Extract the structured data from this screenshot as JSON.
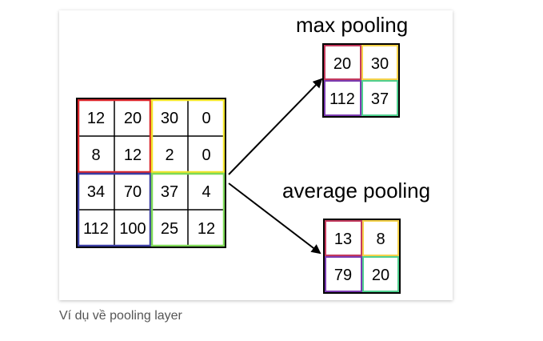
{
  "input_matrix": {
    "rows": [
      [
        "12",
        "20",
        "30",
        "0"
      ],
      [
        "8",
        "12",
        "2",
        "0"
      ],
      [
        "34",
        "70",
        "37",
        "4"
      ],
      [
        "112",
        "100",
        "25",
        "12"
      ]
    ]
  },
  "max_pooling": {
    "label": "max pooling",
    "rows": [
      [
        "20",
        "30"
      ],
      [
        "112",
        "37"
      ]
    ]
  },
  "average_pooling": {
    "label": "average pooling",
    "rows": [
      [
        "13",
        "8"
      ],
      [
        "79",
        "20"
      ]
    ]
  },
  "quadrant_colors": {
    "top_left": "#d9262b",
    "top_right": "#f2e52a",
    "bottom_left": "#3a3da3",
    "bottom_right": "#7ed957"
  },
  "output_quadrant_colors": {
    "top_left": "#c43a5e",
    "top_right": "#f5d24a",
    "bottom_left": "#7a3ab0",
    "bottom_right": "#4fcf8f"
  },
  "caption": "Ví dụ về pooling layer"
}
